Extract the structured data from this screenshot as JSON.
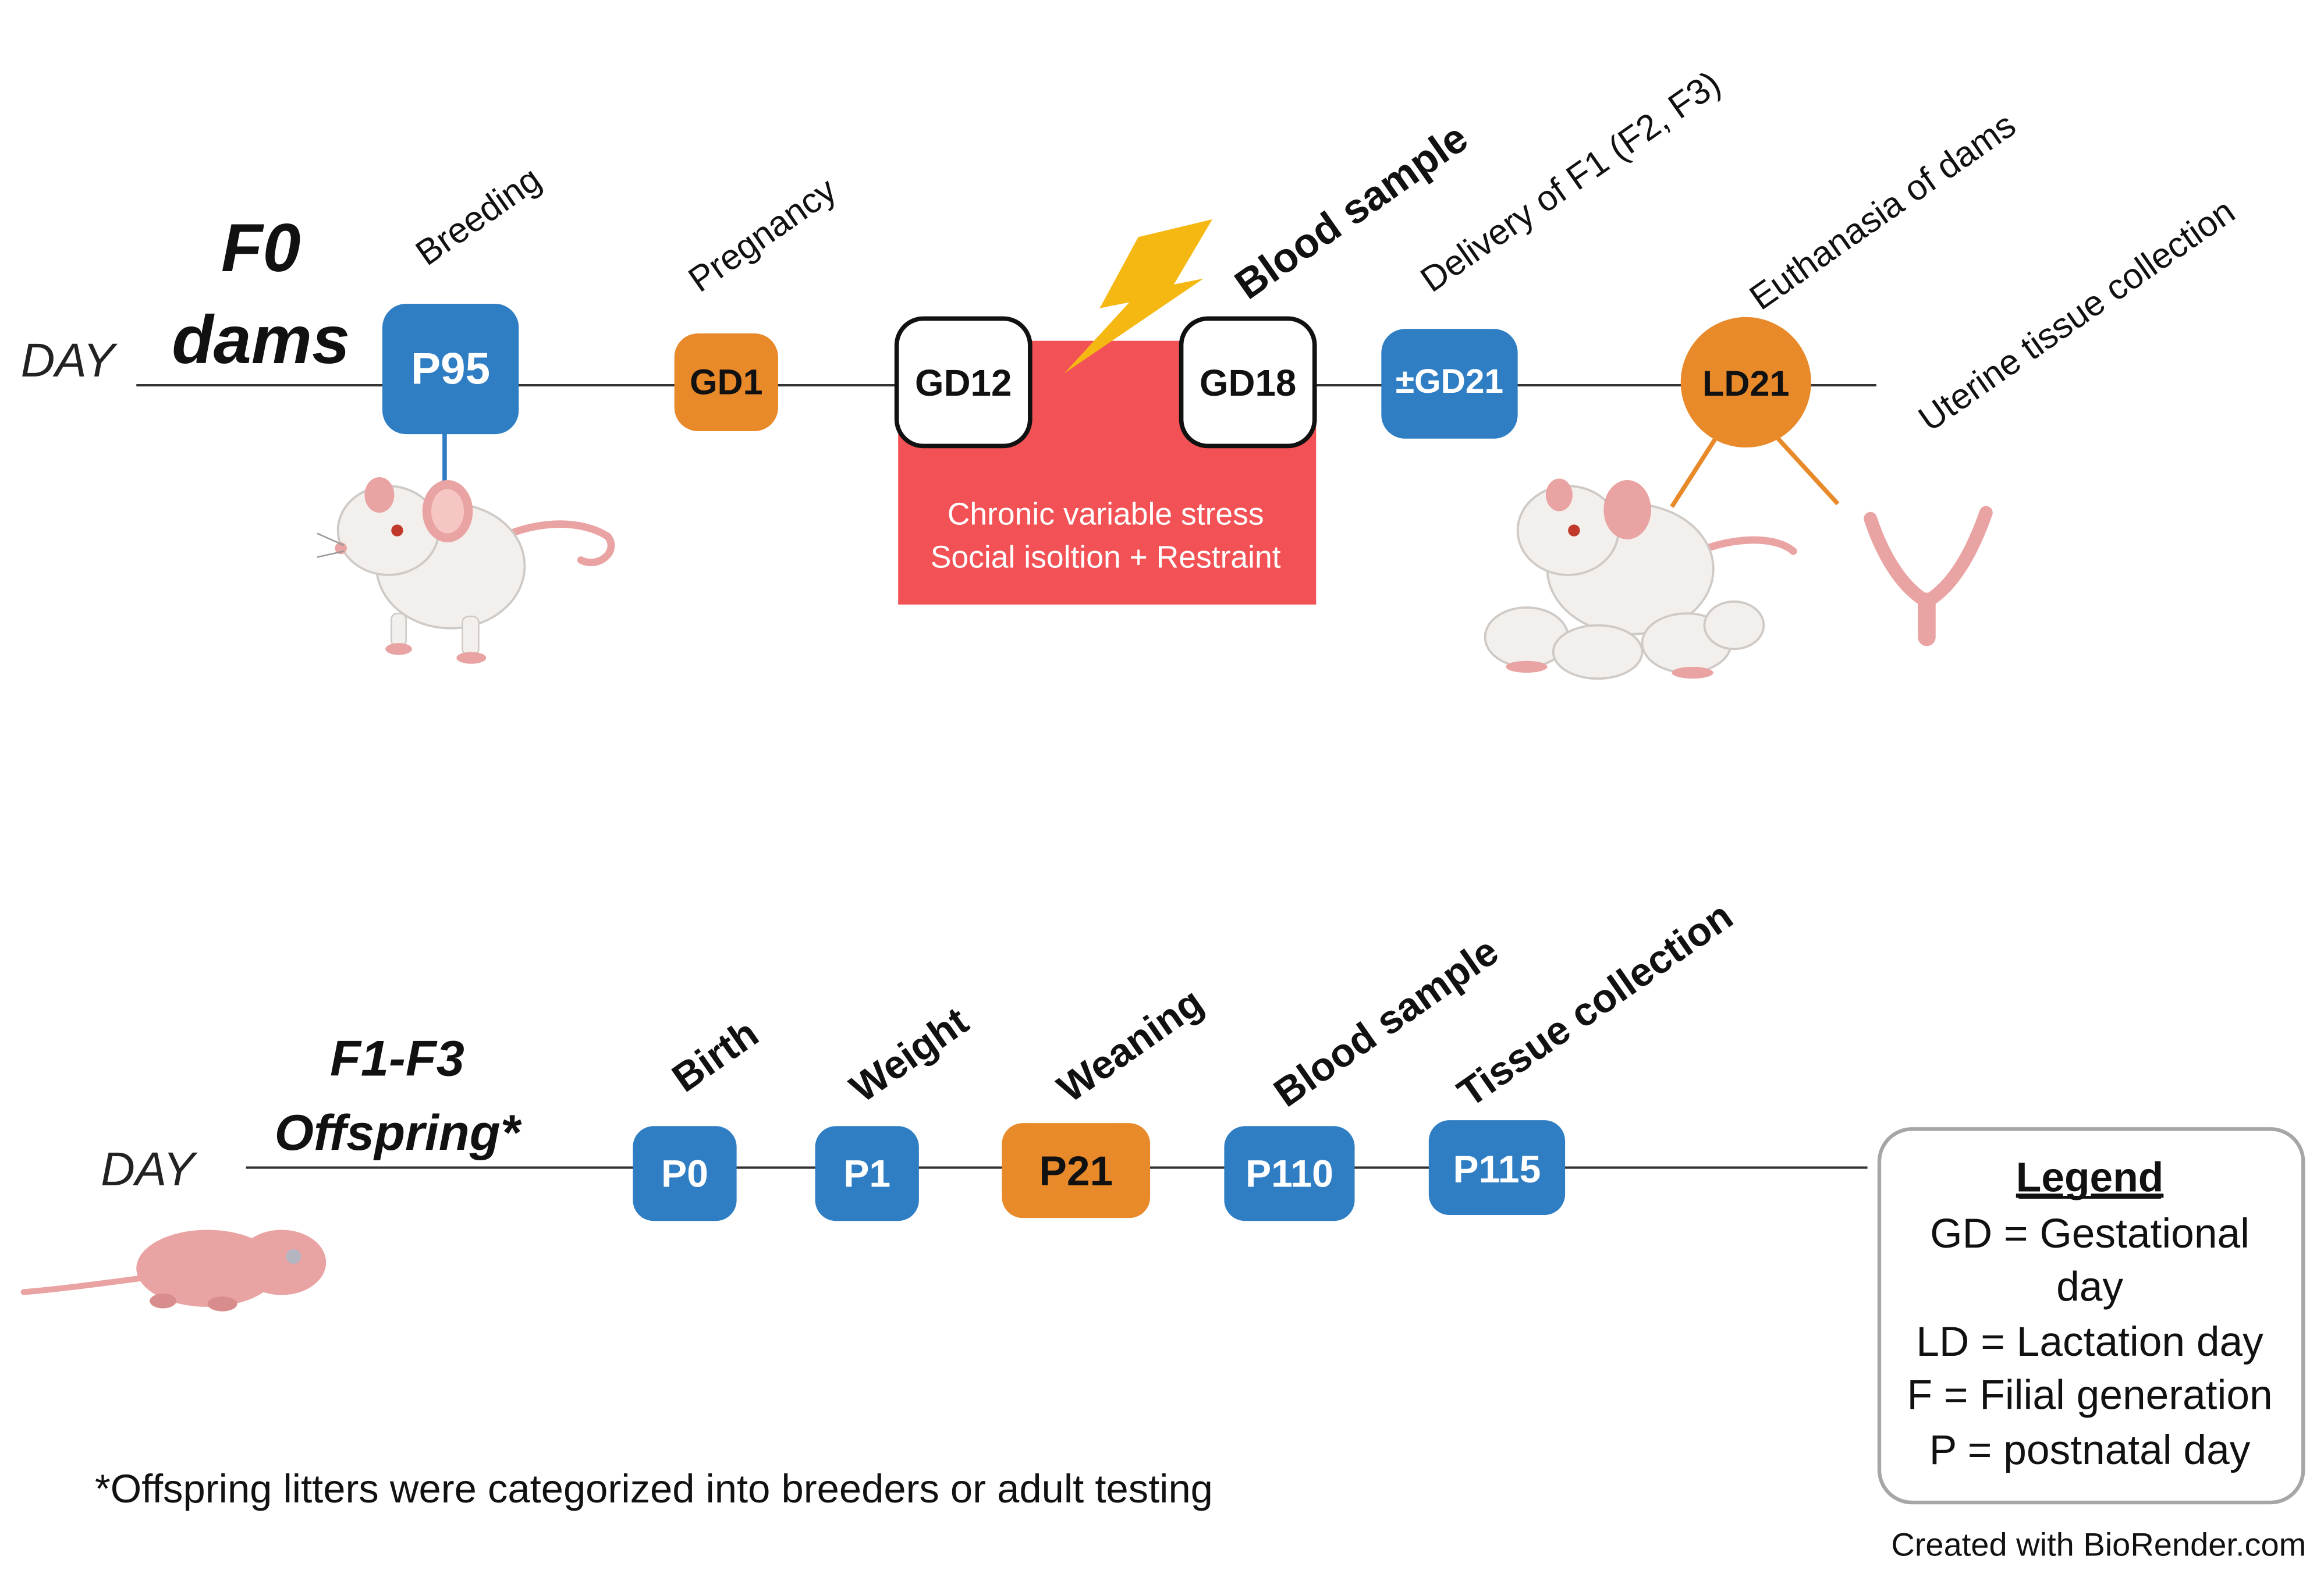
{
  "f0": {
    "day_label": "DAY",
    "group_line1": "F0",
    "group_line2": "dams",
    "nodes": [
      "P95",
      "GD1",
      "GD12",
      "GD18",
      "±GD21",
      "LD21"
    ],
    "events": [
      "Breeding",
      "Pregnancy",
      "Blood sample",
      "Delivery of F1 (F2, F3)",
      "Euthanasia of dams",
      "Uterine tissue collection"
    ],
    "stress_line1": "Chronic variable stress",
    "stress_line2": "Social isoltion + Restraint"
  },
  "offspring": {
    "day_label": "DAY",
    "group_line1": "F1-F3",
    "group_line2": "Offspring*",
    "nodes": [
      "P0",
      "P1",
      "P21",
      "P110",
      "P115"
    ],
    "events": [
      "Birth",
      "Weight",
      "Weaning",
      "Blood sample",
      "Tissue collection"
    ]
  },
  "footnote": "*Offspring litters were categorized into breeders or adult testing",
  "legend": {
    "title": "Legend",
    "lines": [
      "GD = Gestational",
      "day",
      "LD = Lactation day",
      "F = Filial generation",
      "P = postnatal day"
    ]
  },
  "credit": "Created with BioRender.com",
  "colors": {
    "blue": "#2f7ec4",
    "orange": "#e8892a",
    "red": "#f25255",
    "bolt": "#f5b812",
    "mouse": "#f2efec",
    "pink": "#e9a3a2"
  },
  "icons": [
    "mouse-icon",
    "lightning-bolt-icon",
    "mouse-with-pups-icon",
    "uterus-icon",
    "pup-icon"
  ]
}
